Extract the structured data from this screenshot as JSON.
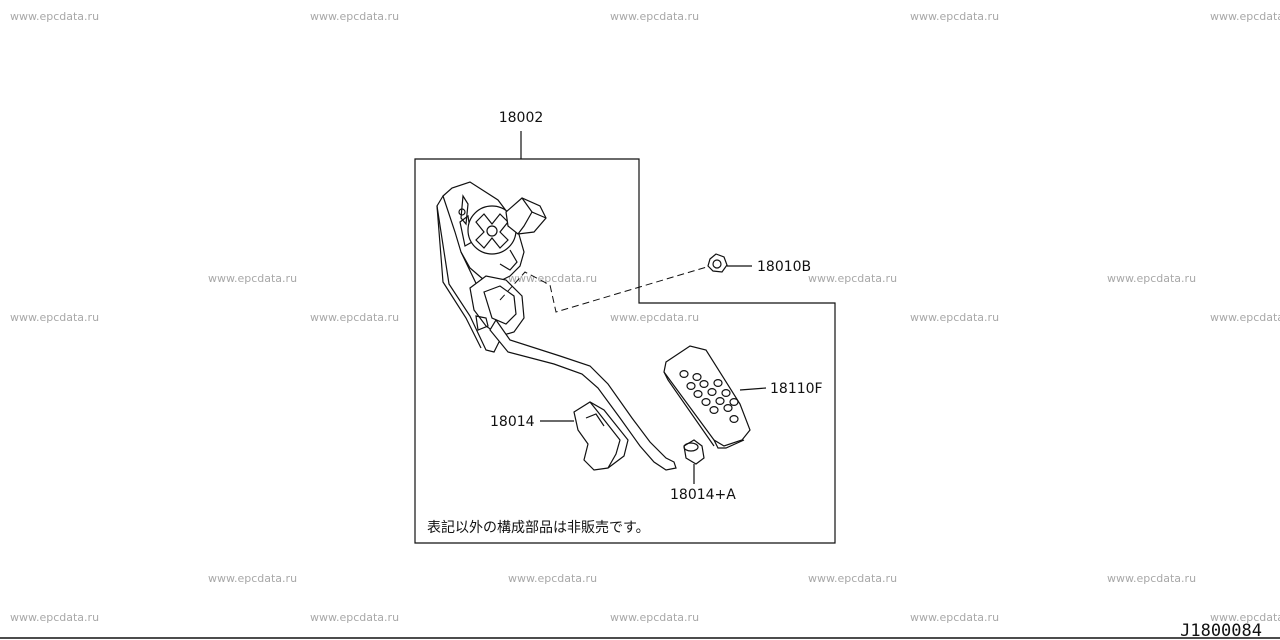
{
  "watermark": {
    "text": "www.epcdata.ru",
    "instances": 28
  },
  "diagram": {
    "callouts": {
      "assembly": "18002",
      "nut": "18010B",
      "pedal_pad": "18110F",
      "stopper": "18014",
      "bushing": "18014+A"
    },
    "note": "表記以外の構成部品は非販売です。",
    "figure_code": "J1800084"
  }
}
